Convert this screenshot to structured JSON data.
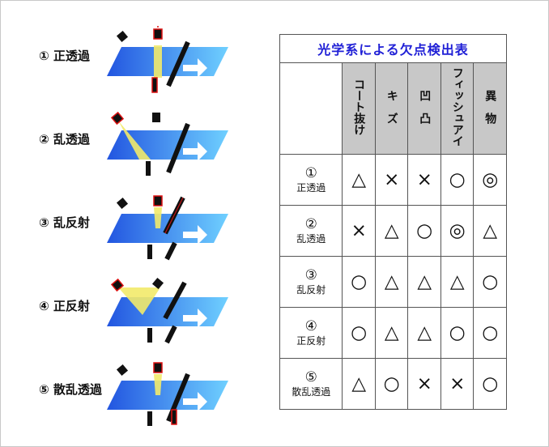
{
  "methods": [
    {
      "label": "① 正透過"
    },
    {
      "label": "② 乱透過"
    },
    {
      "label": "③ 乱反射"
    },
    {
      "label": "④ 正反射"
    },
    {
      "label": "⑤ 散乱透過"
    }
  ],
  "table": {
    "title": "光学系による欠点検出表",
    "columns": [
      "コート抜け",
      "キ　ズ",
      "凹　凸",
      "フィッシュアイ",
      "異　物"
    ],
    "rows": [
      {
        "num": "①",
        "name": "正透過",
        "marks": [
          "△",
          "×",
          "×",
          "○",
          "◎"
        ]
      },
      {
        "num": "②",
        "name": "乱透過",
        "marks": [
          "×",
          "△",
          "○",
          "◎",
          "△"
        ]
      },
      {
        "num": "③",
        "name": "乱反射",
        "marks": [
          "○",
          "△",
          "△",
          "△",
          "○"
        ]
      },
      {
        "num": "④",
        "name": "正反射",
        "marks": [
          "○",
          "△",
          "△",
          "○",
          "○"
        ]
      },
      {
        "num": "⑤",
        "name": "散乱透過",
        "marks": [
          "△",
          "○",
          "×",
          "×",
          "○"
        ]
      }
    ]
  },
  "colors": {
    "title": "#1f1fd6",
    "sheet": "#2f7fff",
    "light": "#f2ea6a",
    "sensor": "#d11"
  }
}
